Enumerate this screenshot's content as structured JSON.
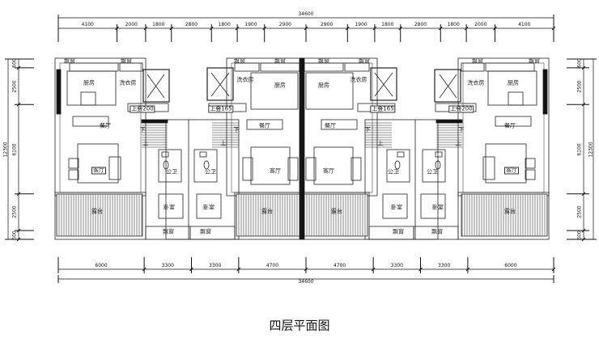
{
  "title": "四层平面图",
  "dimensions": {
    "total_width": "34600",
    "top": [
      "4100",
      "2000",
      "1800",
      "2800",
      "1800",
      "1900",
      "2900",
      "2900",
      "1900",
      "1800",
      "2800",
      "1800",
      "2000",
      "4100"
    ],
    "bottom": [
      "6000",
      "3300",
      "3300",
      "4700",
      "4700",
      "3300",
      "3300",
      "6000"
    ],
    "total_depth": "12300",
    "left": [
      "600",
      "2500",
      "6100",
      "2500",
      "600"
    ],
    "right": [
      "600",
      "2500",
      "6100",
      "2500",
      "600"
    ]
  },
  "rooms": {
    "bay_window": "飘窗",
    "kitchen": "厨房",
    "laundry": "洗衣房",
    "dining": "餐厅",
    "living": "客厅",
    "terrace": "露台",
    "bathroom": "公卫",
    "bedroom": "卧室",
    "stair_200": "上叠200",
    "stair_165": "上叠165",
    "down": "下",
    "up": "上"
  }
}
